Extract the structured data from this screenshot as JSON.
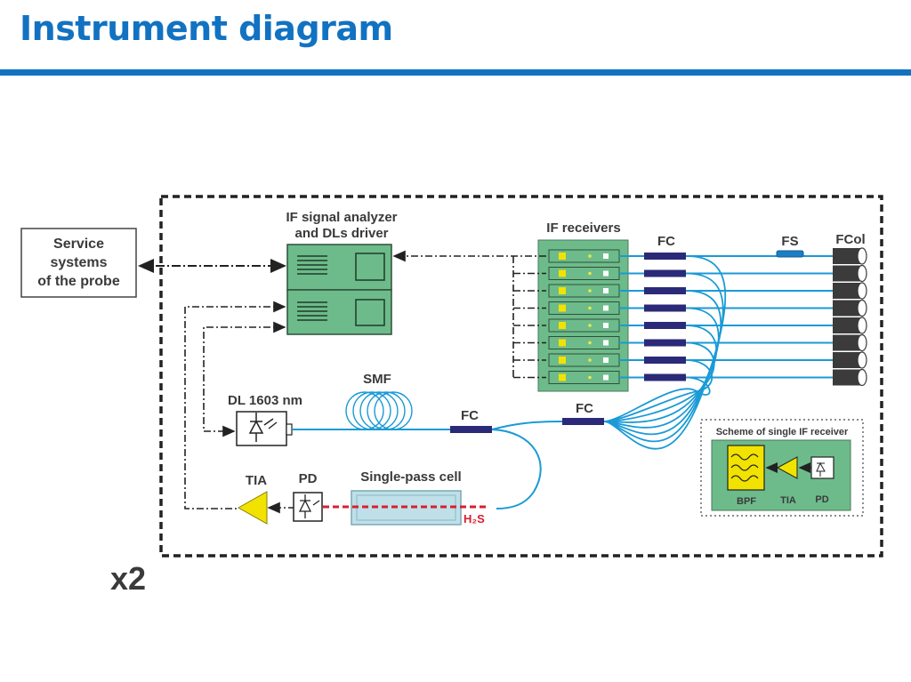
{
  "slide": {
    "title": "Instrument diagram"
  },
  "diagram": {
    "multiplier": "x2",
    "service_box": {
      "lines": [
        "Service",
        "systems",
        "of the probe"
      ]
    },
    "analyzer": {
      "label_lines": [
        "IF signal analyzer",
        "and DLs driver"
      ]
    },
    "if_receivers": {
      "label": "IF receivers",
      "count": 8
    },
    "labels": {
      "fc_top": "FC",
      "fs": "FS",
      "fcol": "FCol",
      "smf": "SMF",
      "dl": "DL 1603 nm",
      "fc_mid": "FC",
      "fc_right": "FC",
      "tia": "TIA",
      "pd": "PD",
      "cell": "Single-pass cell",
      "gas": "H₂S"
    },
    "inset": {
      "title": "Scheme of single IF receiver",
      "bpf": "BPF",
      "tia": "TIA",
      "pd": "PD"
    },
    "colors": {
      "title_blue": "#1272c2",
      "fiber": "#1a9ad6",
      "coupler": "#2b2a78",
      "module_green": "#6dbb8a",
      "amp_yellow": "#f2e200",
      "cell_fill": "#bfe0e8",
      "laser_red": "#d8202e",
      "collimator": "#3b3b3b"
    }
  }
}
